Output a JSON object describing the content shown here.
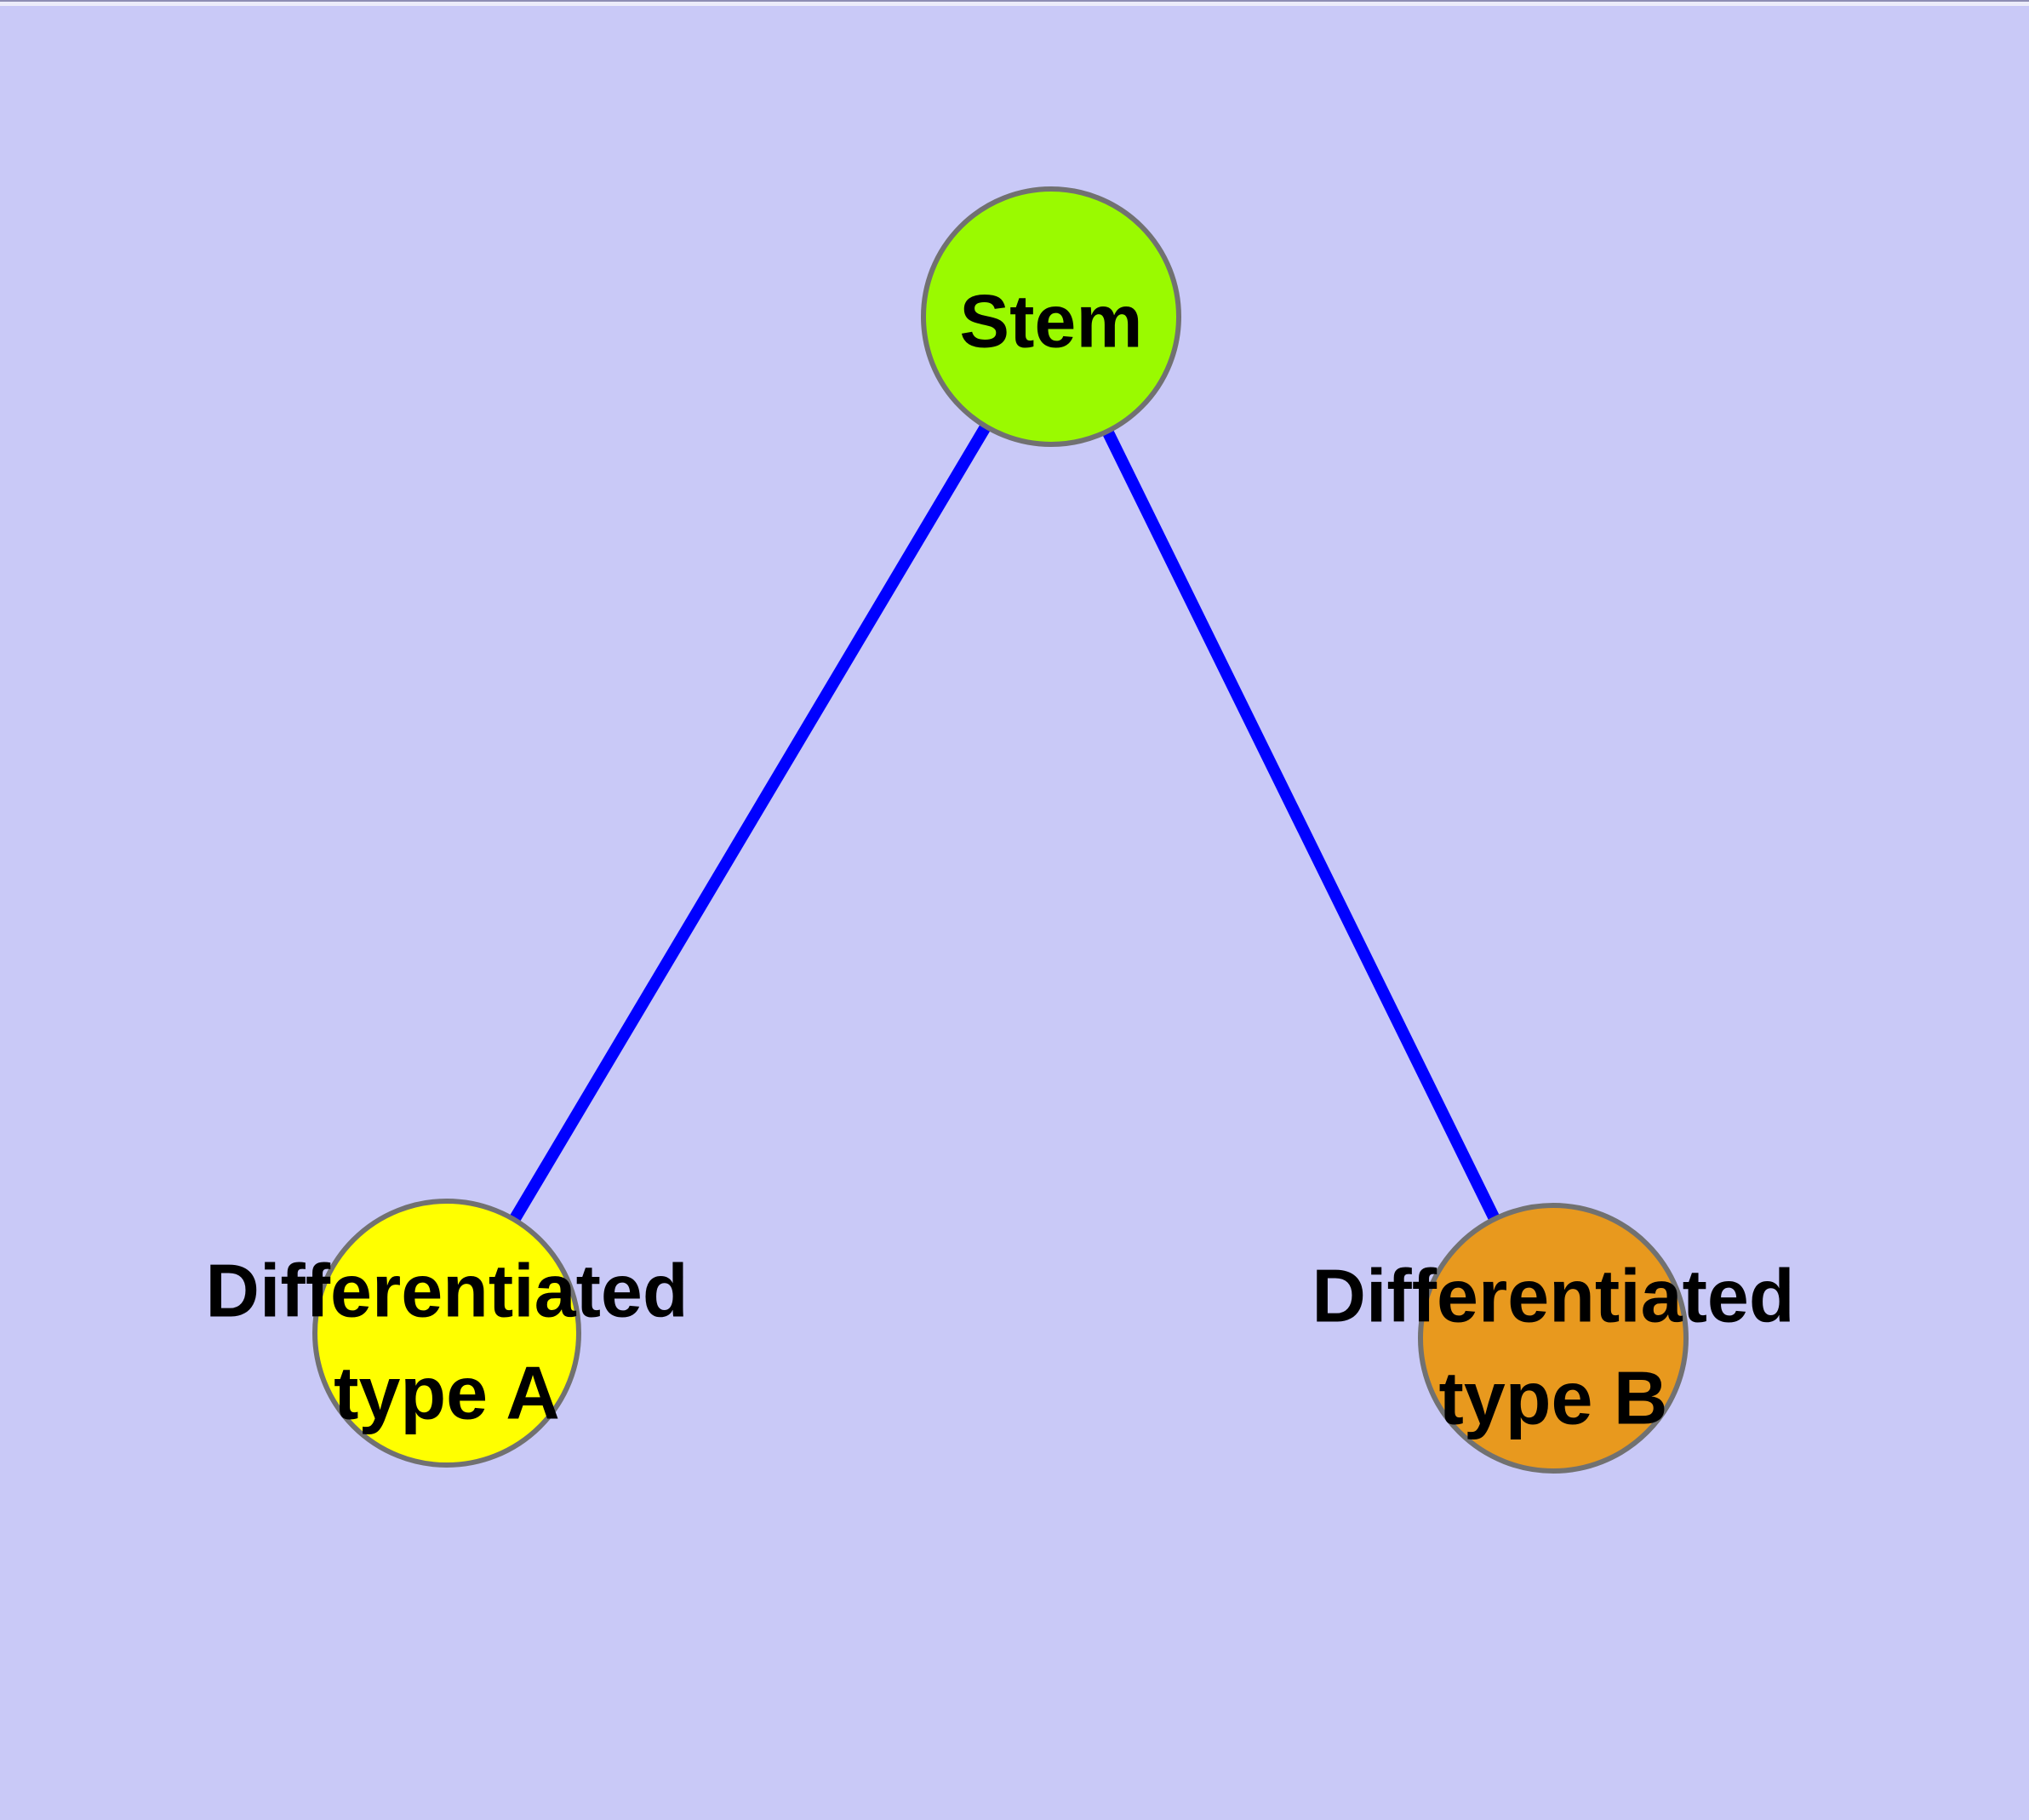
{
  "diagram": {
    "type": "node-link-graph",
    "background_color": "#C9C9F7",
    "edge_color": "#0000FF",
    "node_border_color": "#717171",
    "label_color": "#000000",
    "nodes": [
      {
        "id": "stem",
        "label": "Stem",
        "color": "#9AFA00"
      },
      {
        "id": "differentiated-type-a",
        "label": "Differentiated type A",
        "lines": [
          "Differentiated",
          "type A"
        ],
        "color": "#FFFF00"
      },
      {
        "id": "differentiated-type-b",
        "label": "Differentiated type B",
        "lines": [
          "Differentiated",
          "type B"
        ],
        "color": "#E8991E"
      }
    ],
    "edges": [
      {
        "from": "Stem",
        "to": "Differentiated type A"
      },
      {
        "from": "Stem",
        "to": "Differentiated type B"
      }
    ]
  }
}
